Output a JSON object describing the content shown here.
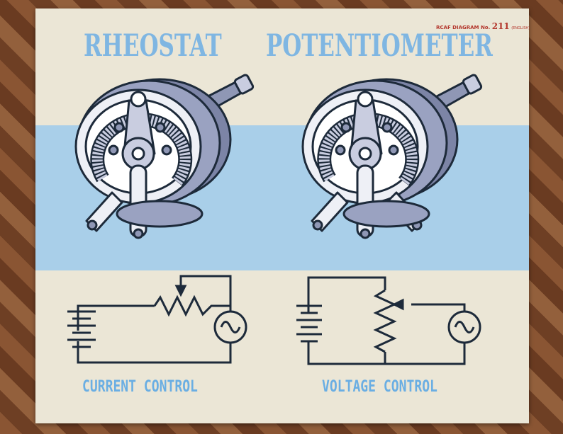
{
  "poster": {
    "title_left": "RHEOSTAT",
    "title_right": "POTENTIOMETER",
    "diagram_label": "RCAF DIAGRAM No.",
    "diagram_number": "211",
    "diagram_language": "(ENGLISH)",
    "caption_left": "CURRENT CONTROL",
    "caption_right": "VOLTAGE CONTROL"
  },
  "colors": {
    "paper": "#ebe6d6",
    "band_blue": "#a9cfe9",
    "title_blue": "#7fb6e2",
    "ink": "#1d2a3a",
    "body_grey": "#8f97b5",
    "diagram_number_red": "#b3362c"
  }
}
